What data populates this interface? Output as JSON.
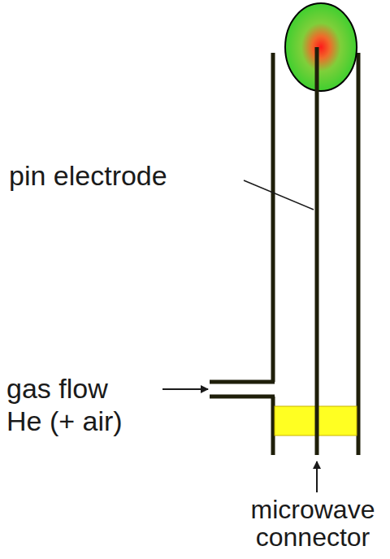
{
  "diagram": {
    "labels": [
      "pin electrode",
      "gas flow He (+ air)",
      "microwave connector"
    ]
  }
}
